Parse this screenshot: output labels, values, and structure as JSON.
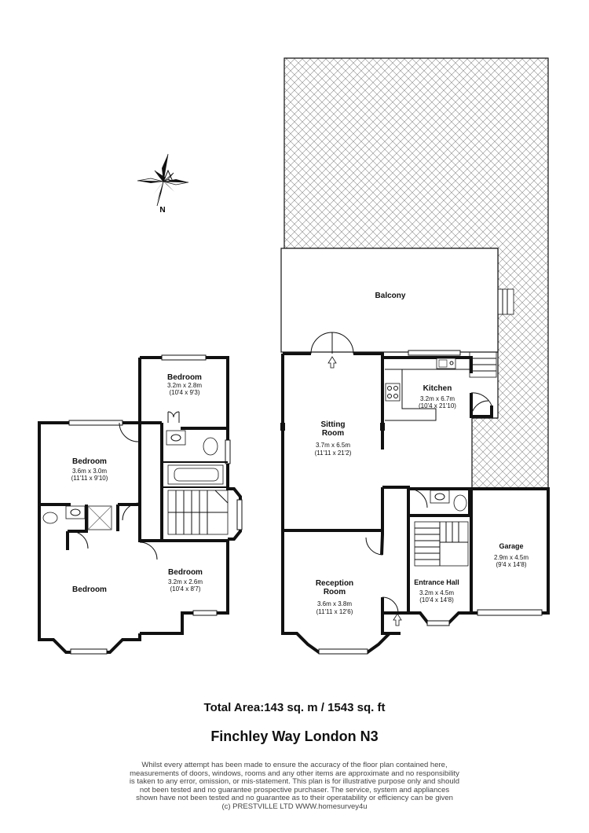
{
  "compass": {
    "label": "N"
  },
  "first_floor": {
    "rooms": [
      {
        "id": "bedroom-top",
        "name": "Bedroom",
        "metric": "3.2m x 2.8m",
        "imperial": "(10'4 x 9'3)"
      },
      {
        "id": "bedroom-left",
        "name": "Bedroom",
        "metric": "3.6m x 3.0m",
        "imperial": "(11'11 x 9'10)"
      },
      {
        "id": "bedroom-bay",
        "name": "Bedroom",
        "metric": "",
        "imperial": ""
      },
      {
        "id": "bedroom-small",
        "name": "Bedroom",
        "metric": "3.2m x 2.6m",
        "imperial": "(10'4 x 8'7)"
      }
    ]
  },
  "ground_floor": {
    "balcony": {
      "name": "Balcony"
    },
    "sitting": {
      "name1": "Sitting",
      "name2": "Room",
      "metric": "3.7m x 6.5m",
      "imperial": "(11'11 x 21'2)"
    },
    "kitchen": {
      "name": "Kitchen",
      "metric": "3.2m x 6.7m",
      "imperial": "(10'4 x 21'10)"
    },
    "reception": {
      "name1": "Reception",
      "name2": "Room",
      "metric": "3.6m x 3.8m",
      "imperial": "(11'11 x 12'6)"
    },
    "hall": {
      "name": "Entrance Hall",
      "metric": "3.2m x 4.5m",
      "imperial": "(10'4 x 14'8)"
    },
    "garage": {
      "name": "Garage",
      "metric": "2.9m x 4.5m",
      "imperial": "(9'4 x 14'8)"
    }
  },
  "footer": {
    "total_area": "Total Area:143 sq. m  / 1543 sq. ft",
    "address": "Finchley Way London N3",
    "disclaimer": [
      "Whilst every attempt has been made to ensure the accuracy of the floor plan contained here,",
      "measurements of doors, windows, rooms and any other items are approximate and no responsibility",
      "is taken to any error, omission, or mis-statement. This plan is for illustrative purpose only and should",
      "not been tested and no guarantee prospective purchaser. The service, system and appliances",
      "shown have not been tested and no guarantee as to their operatability or efficiency can be given",
      "(c) PRESTVILLE LTD WWW.homesurvey4u"
    ]
  }
}
